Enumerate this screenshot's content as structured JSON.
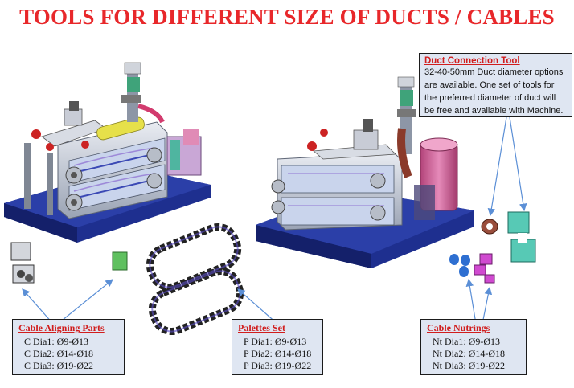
{
  "title": "TOOLS FOR DIFFERENT SIZE OF DUCTS / CABLES",
  "duct_connection_tool": {
    "heading": "Duct Connection Tool",
    "text": "32-40-50mm Duct diameter options are available. One set of tools for the preferred diameter of duct will be free and available with Machine."
  },
  "cable_aligning_parts": {
    "heading": "Cable Aligning Parts",
    "items": [
      "C Dia1: Ø9-Ø13",
      "C Dia2: Ø14-Ø18",
      "C Dia3: Ø19-Ø22"
    ]
  },
  "palettes_set": {
    "heading": "Palettes Set",
    "items": [
      "P Dia1: Ø9-Ø13",
      "P Dia2: Ø14-Ø18",
      "P Dia3: Ø19-Ø22"
    ]
  },
  "cable_nutrings": {
    "heading": "Cable Nutrings",
    "items": [
      "Nt Dia1: Ø9-Ø13",
      "Nt Dia2: Ø14-Ø18",
      "Nt Dia3: Ø19-Ø22"
    ]
  },
  "colors": {
    "title": "#e8272a",
    "heading": "#d11d1d",
    "callout_bg": "#dfe6f2",
    "base_plate": "#1e2f8f",
    "arrow": "#5b8fd6"
  }
}
